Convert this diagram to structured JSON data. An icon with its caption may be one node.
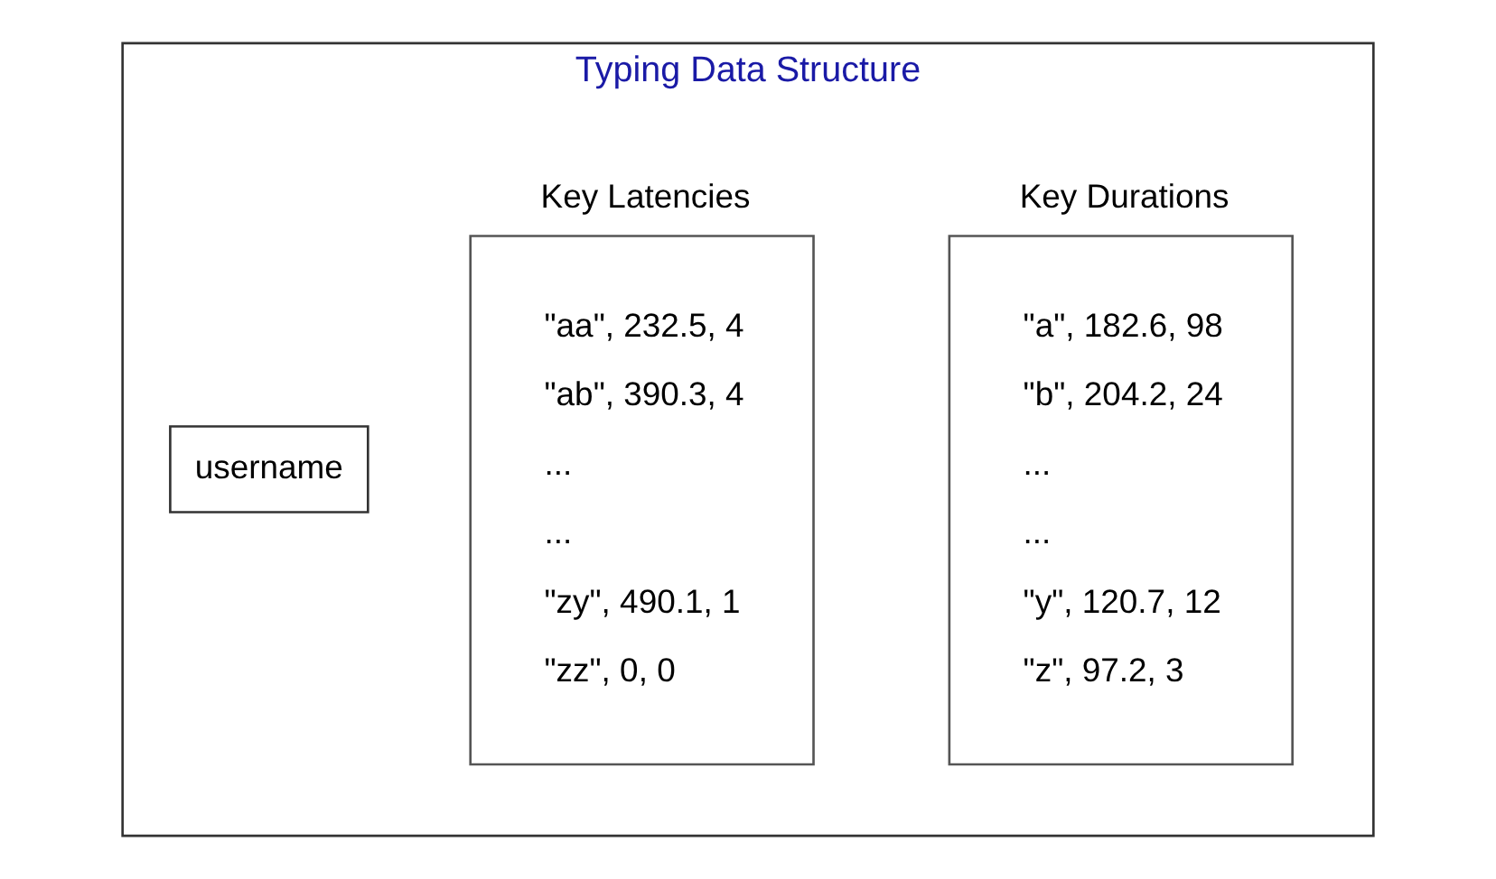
{
  "diagram": {
    "nodes": [
      {
        "text": [
          "Typing Data Structure"
        ]
      },
      {
        "text": [
          "username"
        ],
        "in": 0
      },
      {
        "text": [
          "Key Latencies",
          "\"aa\", 232.5, 4",
          "\"ab\", 390.3, 4",
          "...",
          "...",
          "\"zy\", 490.1, 1",
          "\"zz\", 0, 0"
        ],
        "in": 0
      },
      {
        "text": [
          "Key Durations",
          "\"a\", 182.6, 98",
          "\"b\", 204.2, 24",
          "...",
          "...",
          "\"y\", 120.7, 12",
          "\"z\", 97.2, 3"
        ],
        "in": 0
      }
    ]
  }
}
